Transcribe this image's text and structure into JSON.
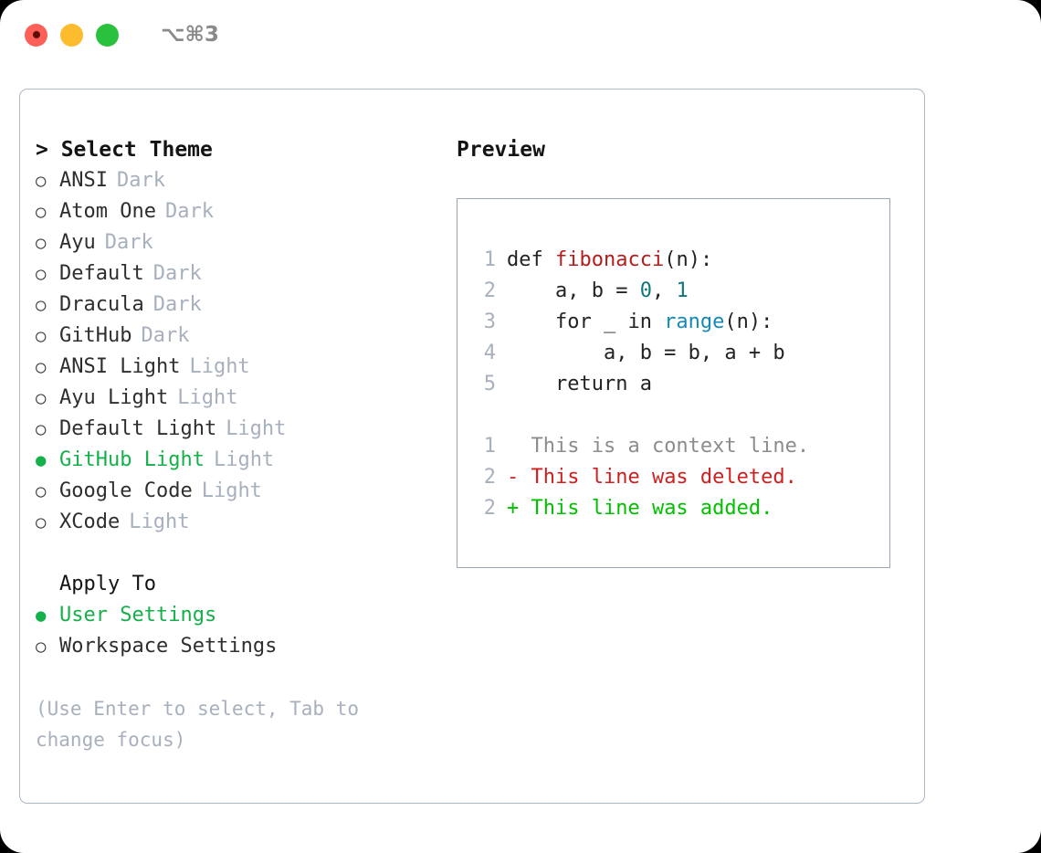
{
  "titlebar": {
    "shortcut": "⌥⌘3",
    "lights": [
      {
        "name": "close",
        "color": "#fc6058"
      },
      {
        "name": "minimize",
        "color": "#fdbc2d"
      },
      {
        "name": "maximize",
        "color": "#2ac13e"
      }
    ]
  },
  "theme_panel": {
    "header": "> Select Theme",
    "cursor": ">",
    "bullet_unselected": "○",
    "bullet_selected": "●",
    "items": [
      {
        "name": "ANSI",
        "variant": "Dark",
        "selected": false
      },
      {
        "name": "Atom One",
        "variant": "Dark",
        "selected": false
      },
      {
        "name": "Ayu",
        "variant": "Dark",
        "selected": false
      },
      {
        "name": "Default",
        "variant": "Dark",
        "selected": false
      },
      {
        "name": "Dracula",
        "variant": "Dark",
        "selected": false
      },
      {
        "name": "GitHub",
        "variant": "Dark",
        "selected": false
      },
      {
        "name": "ANSI Light",
        "variant": "Light",
        "selected": false
      },
      {
        "name": "Ayu Light",
        "variant": "Light",
        "selected": false
      },
      {
        "name": "Default Light",
        "variant": "Light",
        "selected": false
      },
      {
        "name": "GitHub Light",
        "variant": "Light",
        "selected": true
      },
      {
        "name": "Google Code",
        "variant": "Light",
        "selected": false
      },
      {
        "name": "XCode",
        "variant": "Light",
        "selected": false
      }
    ]
  },
  "apply_to": {
    "header": "Apply To",
    "items": [
      {
        "name": "User Settings",
        "selected": true
      },
      {
        "name": "Workspace Settings",
        "selected": false
      }
    ]
  },
  "hint": "(Use Enter to select, Tab to change focus)",
  "preview": {
    "title": "Preview",
    "code_lines": [
      {
        "num": "1",
        "tokens": [
          {
            "text": "def ",
            "kind": "plain"
          },
          {
            "text": "fibonacci",
            "kind": "fn"
          },
          {
            "text": "(n):",
            "kind": "plain"
          }
        ]
      },
      {
        "num": "2",
        "tokens": [
          {
            "text": "    a, b = ",
            "kind": "plain"
          },
          {
            "text": "0",
            "kind": "num"
          },
          {
            "text": ", ",
            "kind": "plain"
          },
          {
            "text": "1",
            "kind": "num"
          }
        ]
      },
      {
        "num": "3",
        "tokens": [
          {
            "text": "    for _ in ",
            "kind": "plain"
          },
          {
            "text": "range",
            "kind": "call"
          },
          {
            "text": "(n):",
            "kind": "plain"
          }
        ]
      },
      {
        "num": "4",
        "tokens": [
          {
            "text": "        a, b = b, a + b",
            "kind": "plain"
          }
        ]
      },
      {
        "num": "5",
        "tokens": [
          {
            "text": "    return a",
            "kind": "plain"
          }
        ]
      }
    ],
    "diff_lines": [
      {
        "num": "1",
        "marker": " ",
        "text": " This is a context line.",
        "kind": "ctx"
      },
      {
        "num": "2",
        "marker": "-",
        "text": " This line was deleted.",
        "kind": "del"
      },
      {
        "num": "2",
        "marker": "+",
        "text": " This line was added.",
        "kind": "add"
      }
    ]
  },
  "colors": {
    "accent_green": "#14b04a",
    "diff_add": "#00c000",
    "diff_del": "#cf2020",
    "muted": "#a7b0bd",
    "border": "#adb6c4",
    "keyword_fn": "#b71c1c",
    "number": "#10767c",
    "call": "#1489b8"
  }
}
